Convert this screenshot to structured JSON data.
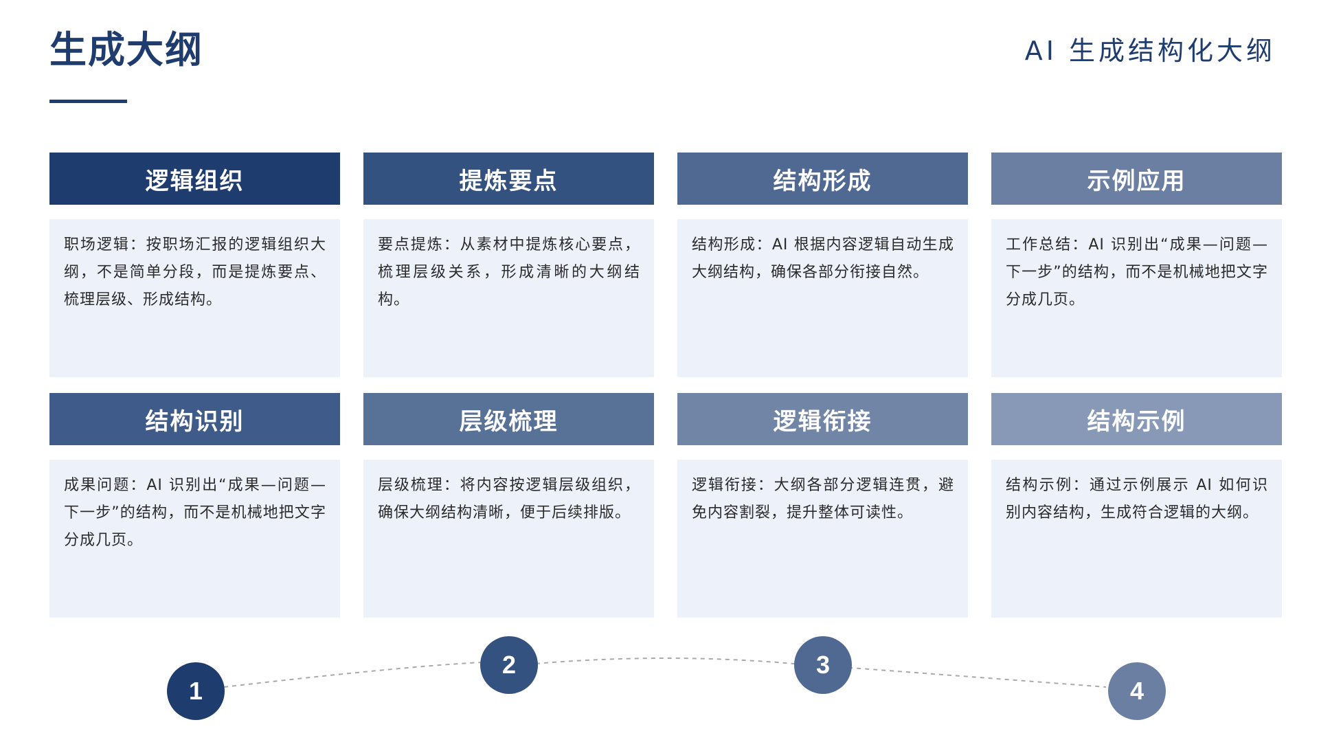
{
  "header": {
    "title": "生成大纲",
    "subtitle": "AI 生成结构化大纲"
  },
  "cards": [
    {
      "title": "逻辑组织",
      "body": "职场逻辑：按职场汇报的逻辑组织大纲，不是简单分段，而是提炼要点、梳理层级、形成结构。",
      "color": "#1f3c6e"
    },
    {
      "title": "提炼要点",
      "body": "要点提炼：从素材中提炼核心要点，梳理层级关系，形成清晰的大纲结构。",
      "color": "#34527f"
    },
    {
      "title": "结构形成",
      "body": "结构形成：AI 根据内容逻辑自动生成大纲结构，确保各部分衔接自然。",
      "color": "#4f6993"
    },
    {
      "title": "示例应用",
      "body": "工作总结：AI 识别出“成果—问题—下一步”的结构，而不是机械地把文字分成几页。",
      "color": "#6b7fa2"
    },
    {
      "title": "结构识别",
      "body": "成果问题：AI 识别出“成果—问题—下一步”的结构，而不是机械地把文字分成几页。",
      "color": "#3f5b89"
    },
    {
      "title": "层级梳理",
      "body": "层级梳理：将内容按逻辑层级组织，确保大纲结构清晰，便于后续排版。",
      "color": "#587197"
    },
    {
      "title": "逻辑衔接",
      "body": "逻辑衔接：大纲各部分逻辑连贯，避免内容割裂，提升整体可读性。",
      "color": "#7185a6"
    },
    {
      "title": "结构示例",
      "body": "结构示例：通过示例展示 AI 如何识别内容结构，生成符合逻辑的大纲。",
      "color": "#8799b7"
    }
  ],
  "steps": [
    {
      "number": "1",
      "color": "#1f3c6e"
    },
    {
      "number": "2",
      "color": "#34527f"
    },
    {
      "number": "3",
      "color": "#4f6993"
    },
    {
      "number": "4",
      "color": "#6b7fa2"
    }
  ],
  "connector_color": "#a9a9a9"
}
